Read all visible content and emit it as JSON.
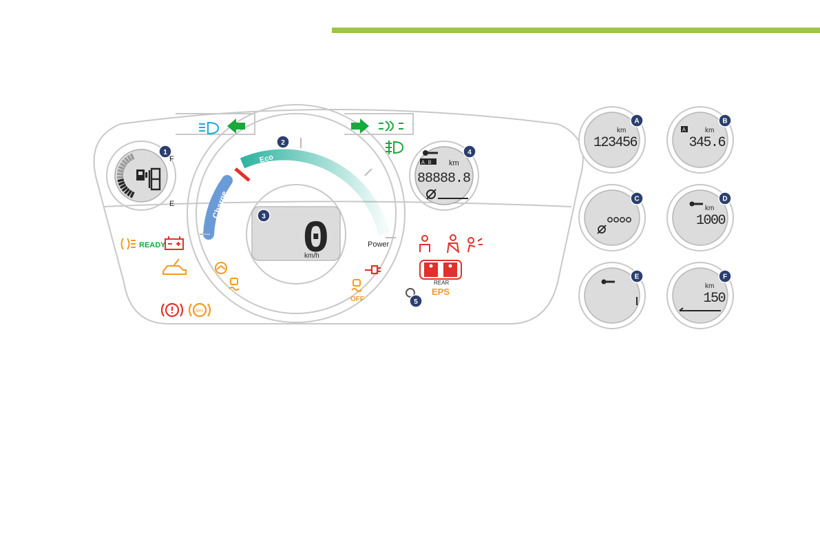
{
  "colors": {
    "accent": "#9dc545",
    "cluster_outline": "#c8c8c8",
    "lcd_fill": "#dcdcdc",
    "lcd_text": "#262626",
    "badge": "#2b3f6e",
    "blue_lamp": "#1ba8e0",
    "green_lamp": "#18a83c",
    "orange_lamp": "#f29a1e",
    "red_lamp": "#e0312a",
    "charge_zone": "#6b9bd6",
    "eco_zone": "#2fb3a0"
  },
  "callouts": [
    "1",
    "2",
    "3",
    "4",
    "5"
  ],
  "fuel_gauge": {
    "full_label": "F",
    "empty_label": "E",
    "level": 0.45
  },
  "power_meter": {
    "charge_label": "Charge",
    "eco_label": "Eco",
    "power_label": "Power"
  },
  "speedometer": {
    "speed": "0",
    "unit": "km/h"
  },
  "odometer": {
    "trip_labels": "A B",
    "unit": "km",
    "digits": "88888.8"
  },
  "warning_lamps": {
    "ready": "READY",
    "traction_off": "OFF",
    "rear": "REAR",
    "eps": "EPS"
  },
  "icons": [
    "dipped-beam-icon",
    "left-indicator-icon",
    "right-indicator-icon",
    "front-fog-icon",
    "rear-fog-icon",
    "spanner-icon",
    "service-icon",
    "sidelamps-icon",
    "battery-icon",
    "door-open-icon",
    "brake-icon",
    "abs-icon",
    "cruise-control-icon",
    "stability-control-icon",
    "charging-plug-icon",
    "airbag-icon",
    "seatbelt-icon",
    "passenger-airbag-icon",
    "rear-seatbelt-icon",
    "rheostat-button-icon"
  ],
  "display_modes": [
    {
      "id": "A",
      "unit": "km",
      "prefix": "",
      "value": "123456",
      "spanner": false,
      "service_dots": false,
      "underline": false
    },
    {
      "id": "B",
      "unit": "km",
      "prefix": "A",
      "value": "345.6",
      "spanner": false,
      "service_dots": false,
      "underline": false
    },
    {
      "id": "C",
      "unit": "",
      "prefix": "",
      "value": "",
      "spanner": false,
      "service_dots": true,
      "underline": false
    },
    {
      "id": "D",
      "unit": "km",
      "prefix": "",
      "value": "1000",
      "spanner": true,
      "service_dots": false,
      "underline": false
    },
    {
      "id": "E",
      "unit": "",
      "prefix": "",
      "value": "",
      "spanner": true,
      "service_dots": false,
      "underline": false
    },
    {
      "id": "F",
      "unit": "km",
      "prefix": "",
      "value": "150",
      "spanner": false,
      "service_dots": false,
      "underline": true
    }
  ]
}
